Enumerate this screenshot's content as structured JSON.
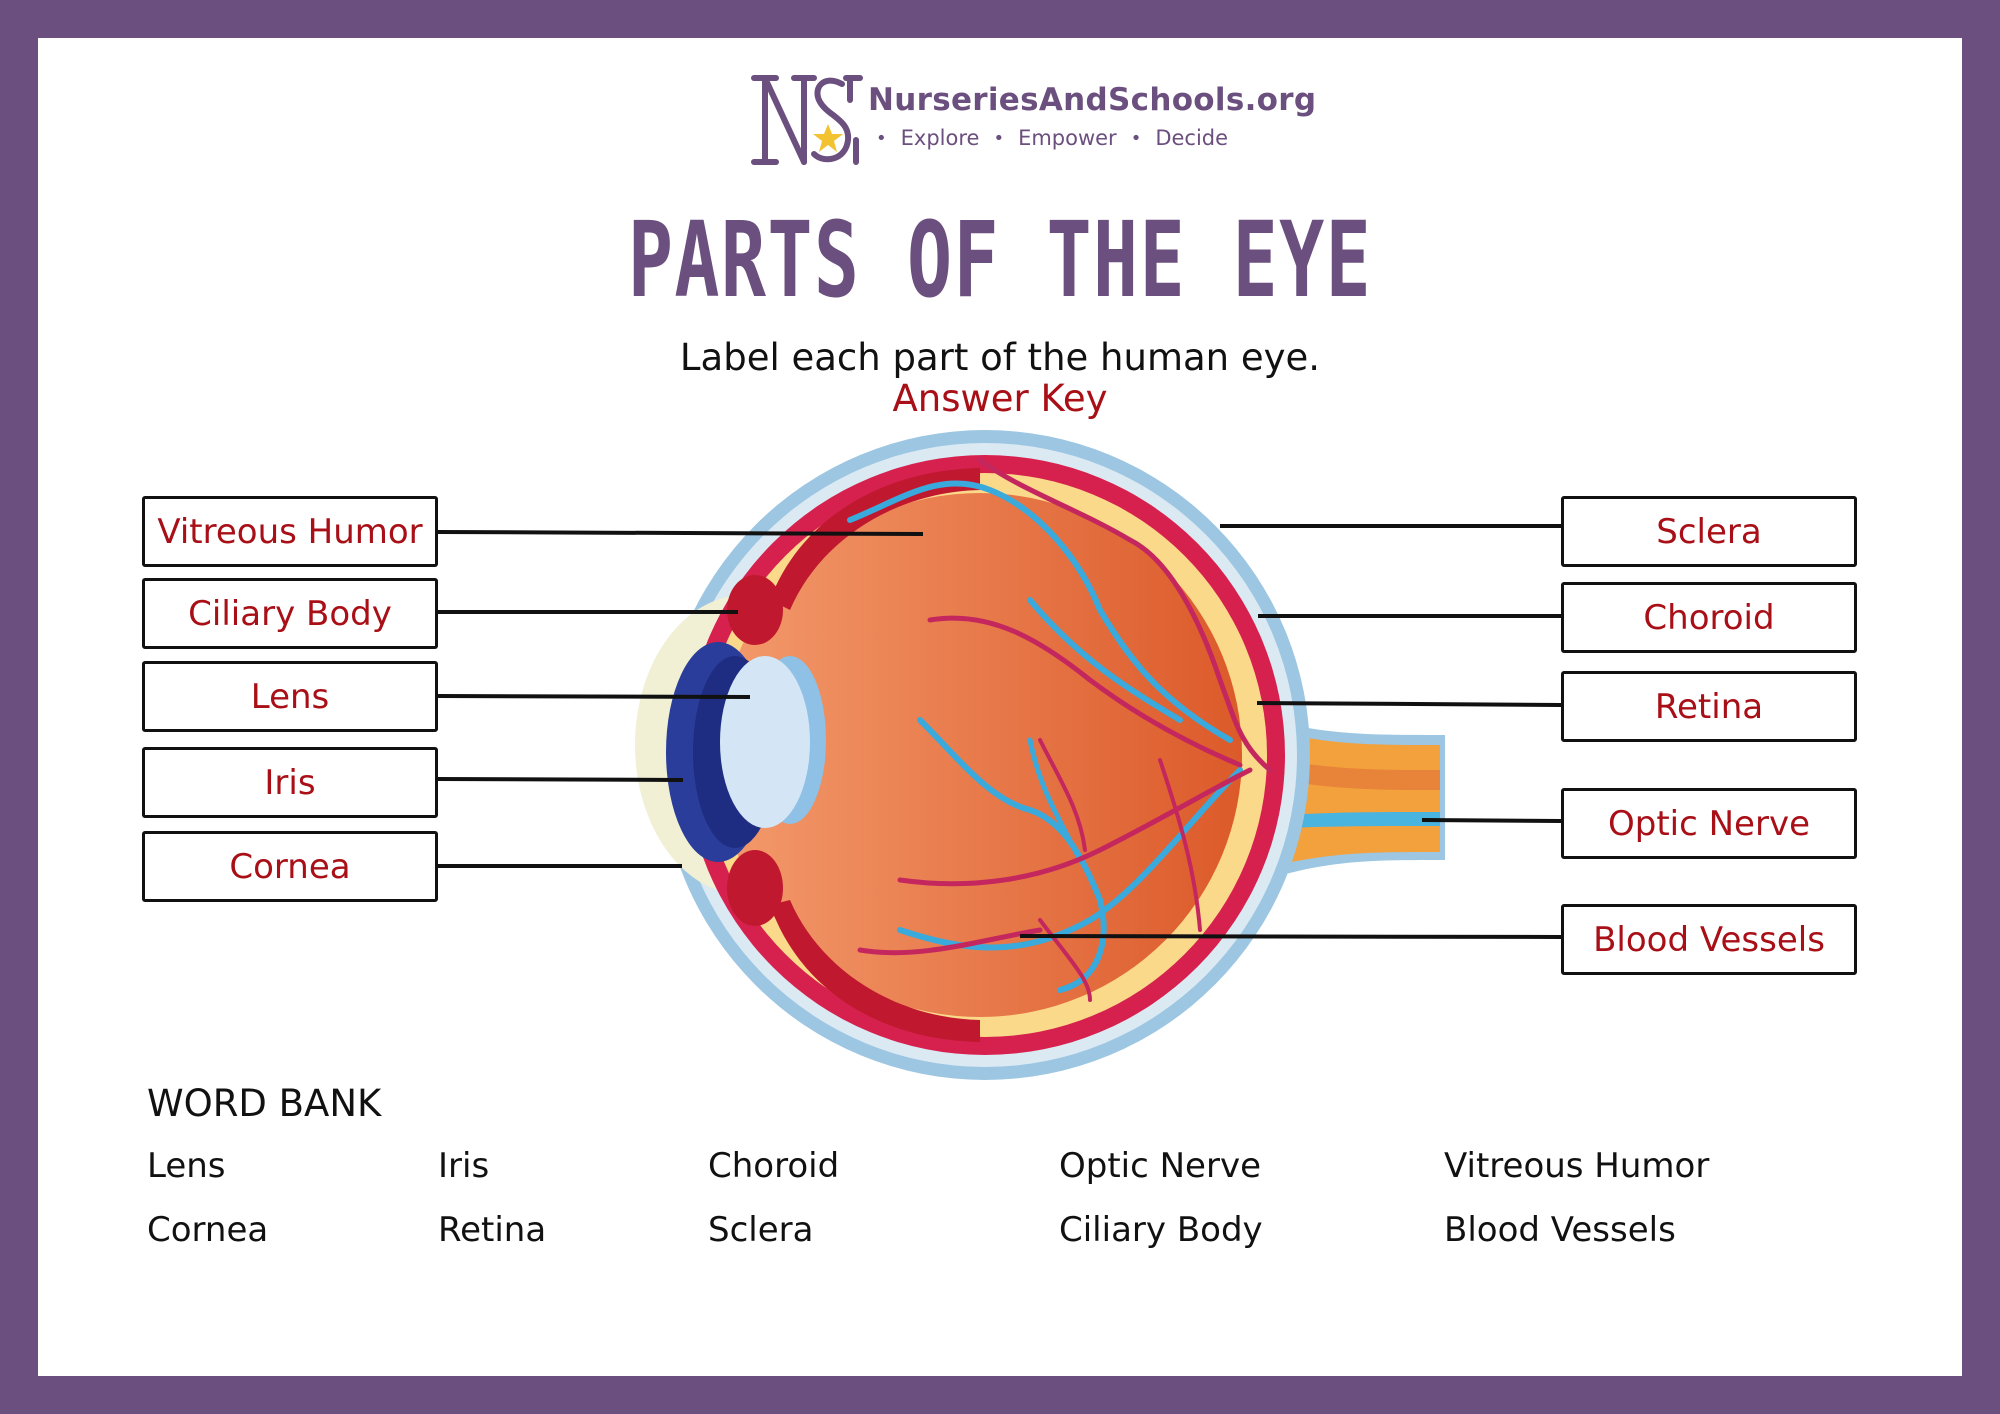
{
  "colors": {
    "frame": "#6b4f7e",
    "brand_purple": "#6b4f7e",
    "answer_red": "#a80f16",
    "logo_star": "#f2c230"
  },
  "header": {
    "site_name": "NurseriesAndSchools.org",
    "tagline": [
      "Explore",
      "Empower",
      "Decide"
    ],
    "title": "PARTS OF THE EYE",
    "instruction": "Label each part of the human eye.",
    "answer_key": "Answer Key"
  },
  "labels": {
    "left": [
      "Vitreous Humor",
      "Ciliary Body",
      "Lens",
      "Iris",
      "Cornea"
    ],
    "right": [
      "Sclera",
      "Choroid",
      "Retina",
      "Optic Nerve",
      "Blood Vessels"
    ]
  },
  "word_bank": {
    "title": "WORD BANK",
    "row1": [
      "Lens",
      "Iris",
      "Choroid",
      "Optic Nerve",
      "Vitreous Humor"
    ],
    "row2": [
      "Cornea",
      "Retina",
      "Sclera",
      "Ciliary Body",
      "Blood Vessels"
    ]
  },
  "icons": [
    "logo-mark",
    "star-icon"
  ]
}
